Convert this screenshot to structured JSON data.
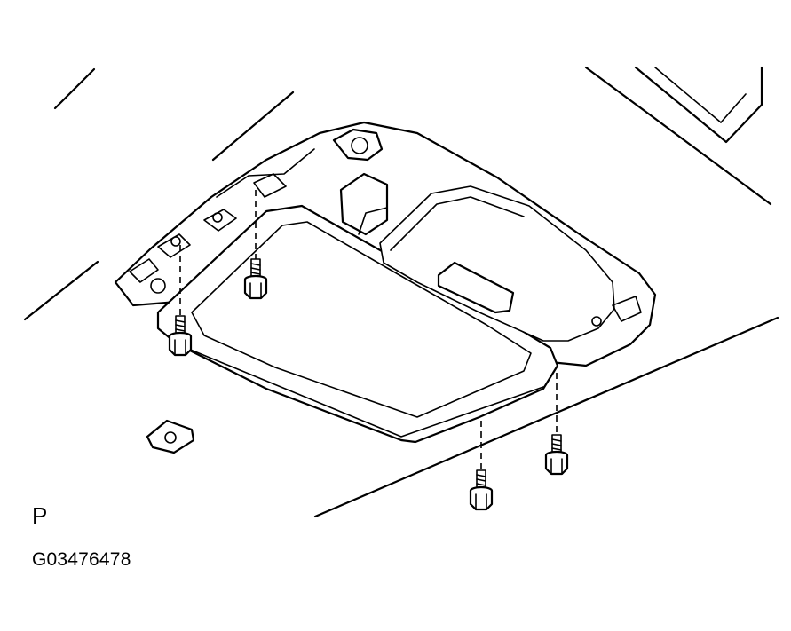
{
  "figure": {
    "view_label": "P",
    "figure_id": "G03476478"
  },
  "parts": {
    "bolt_count": 4,
    "components": [
      "roof-headliner",
      "overhead-console-bracket",
      "mounting-bolt"
    ]
  }
}
